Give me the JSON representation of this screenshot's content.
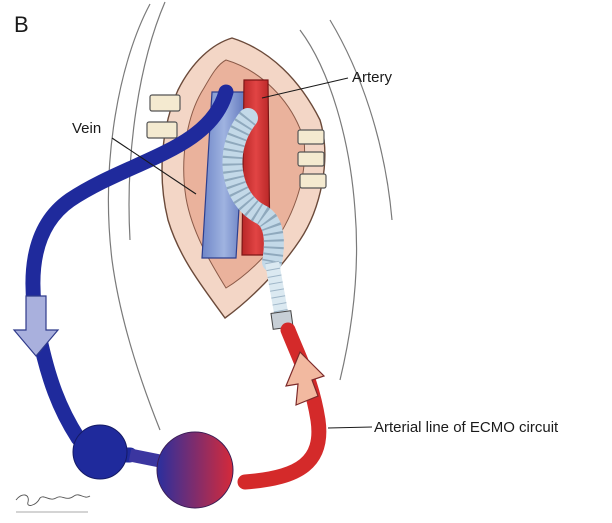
{
  "panel_label": "B",
  "labels": {
    "artery": "Artery",
    "vein": "Vein",
    "arterial_line": "Arterial line of ECMO circuit"
  },
  "colors": {
    "venous_blue": "#1f2a9c",
    "arterial_red": "#d42a2a",
    "tissue_pink": "#eec3b0",
    "cannula_light_blue": "#cfe3ee",
    "flow_arrow_down": "#a9b0dd",
    "flow_arrow_up": "#f2b9a0"
  }
}
